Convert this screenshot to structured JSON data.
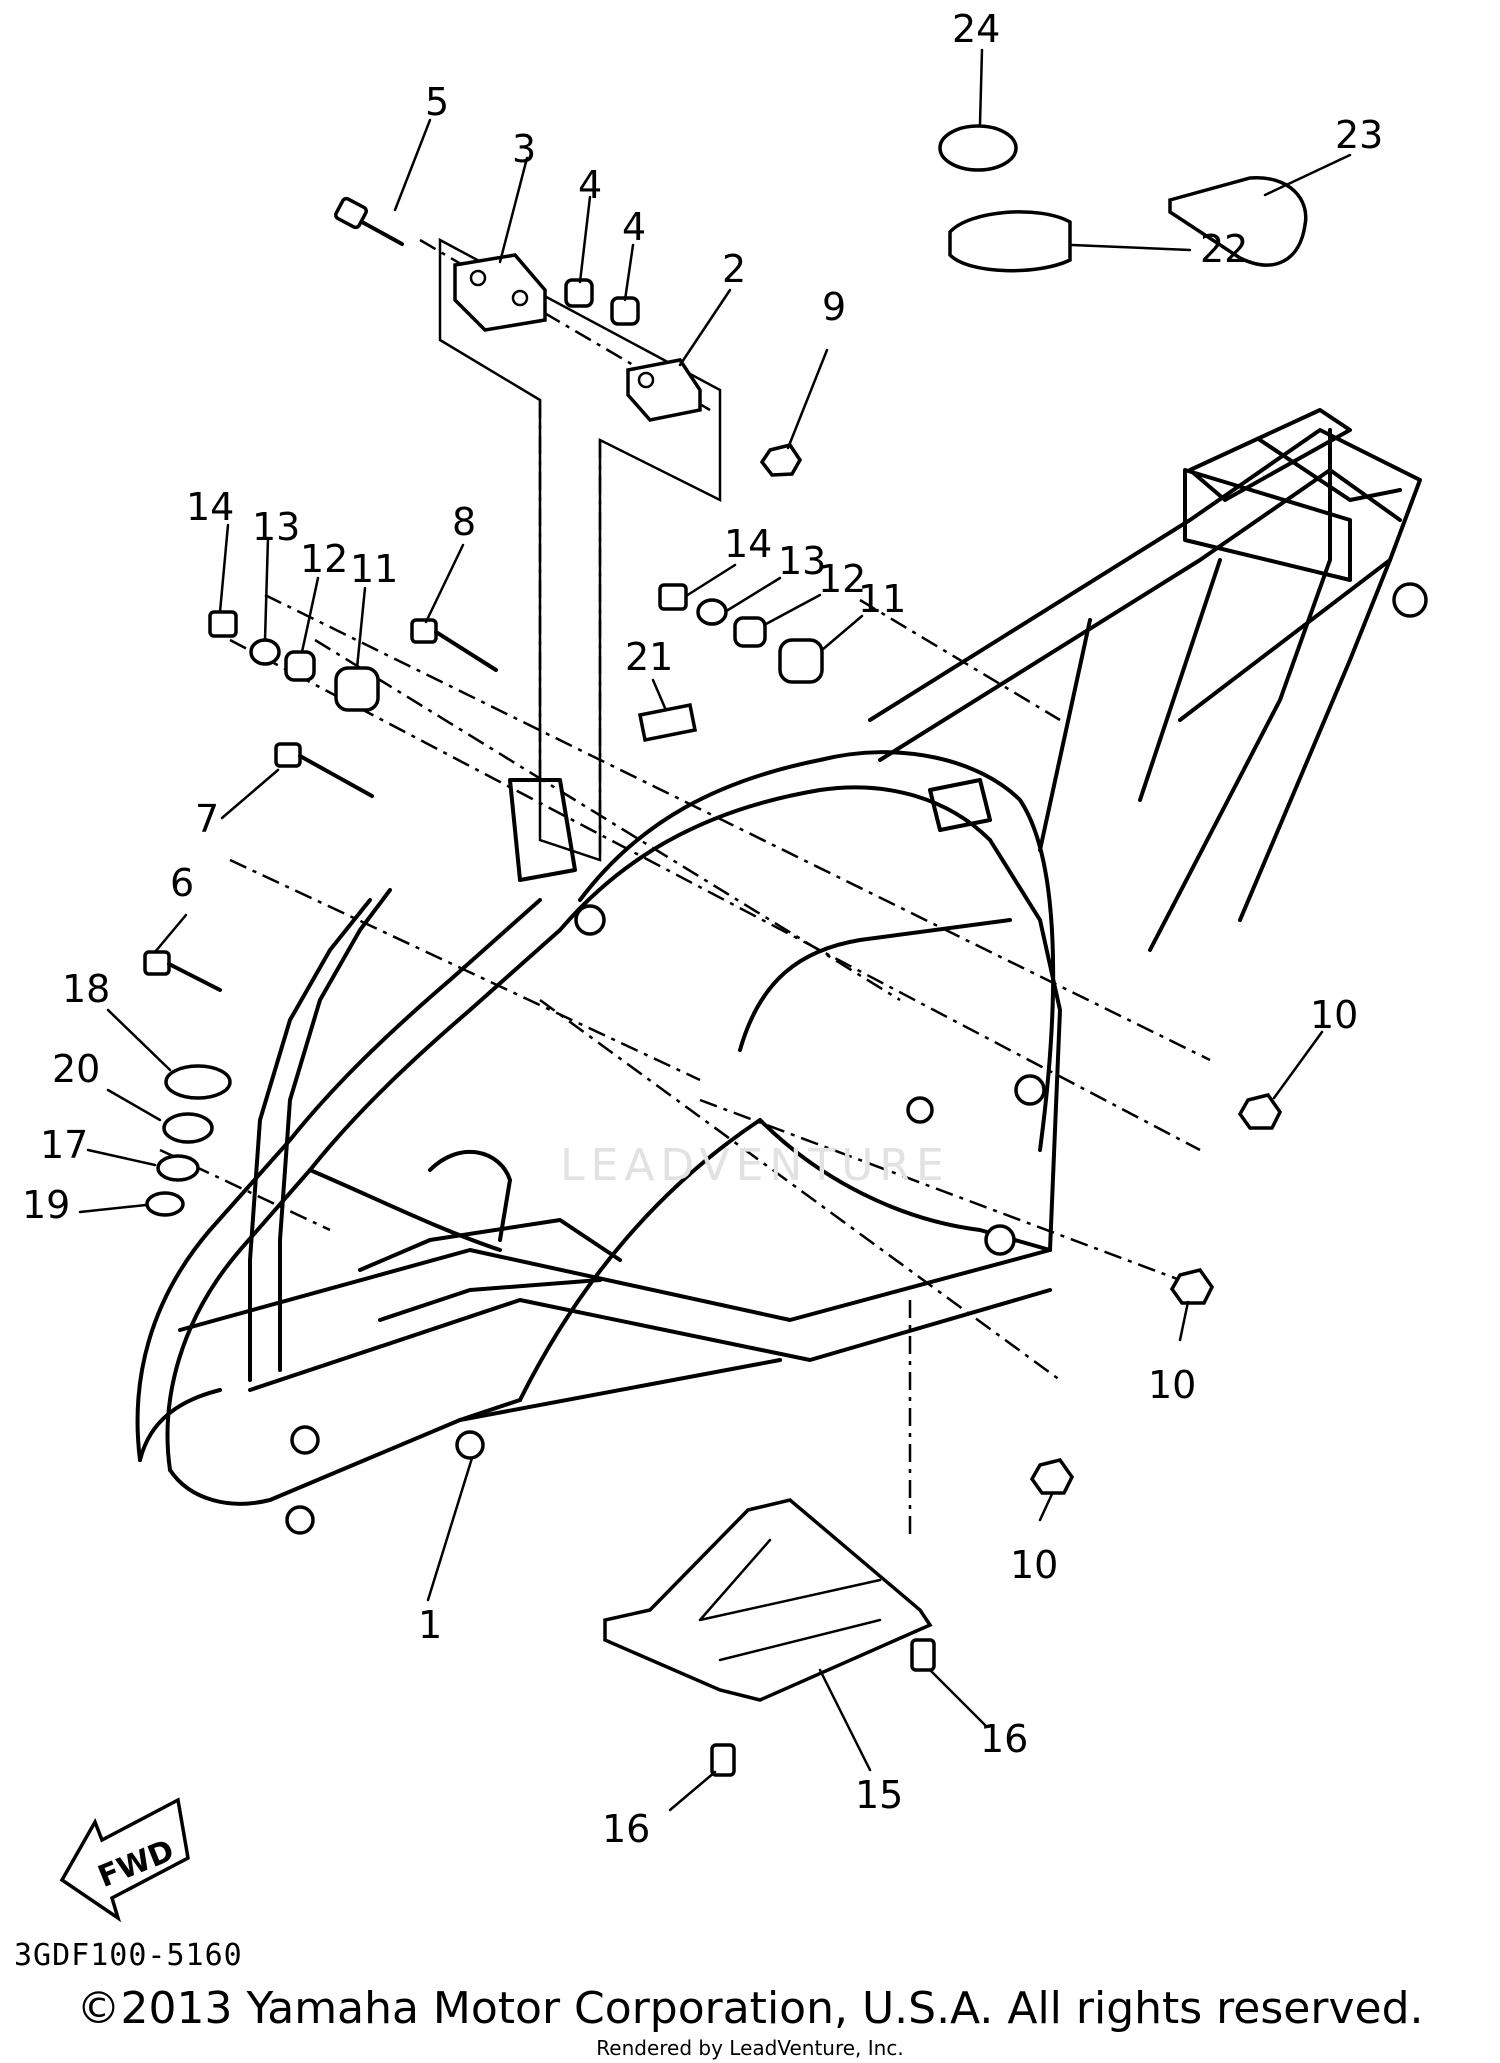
{
  "diagram": {
    "callouts": [
      "1",
      "2",
      "3",
      "4",
      "4",
      "5",
      "6",
      "7",
      "8",
      "9",
      "10",
      "10",
      "10",
      "11",
      "11",
      "12",
      "12",
      "13",
      "13",
      "14",
      "14",
      "15",
      "16",
      "16",
      "17",
      "18",
      "19",
      "20",
      "21",
      "22",
      "23",
      "24"
    ],
    "fwd_label": "FWD",
    "drawing_code": "3GDF100-5160",
    "watermark": "LEADVENTURE"
  },
  "footer": {
    "copyright": "©2013 Yamaha Motor Corporation, U.S.A. All rights reserved.",
    "rendered_by": "Rendered by LeadVenture, Inc."
  }
}
